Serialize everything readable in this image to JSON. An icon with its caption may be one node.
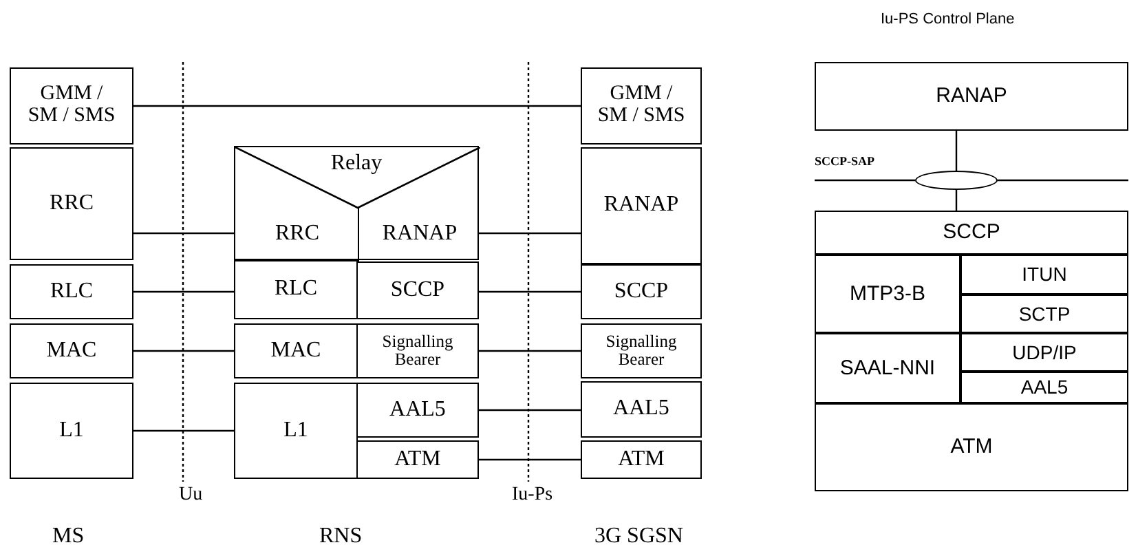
{
  "diagram": {
    "nodes": [
      {
        "text": [
          "GMM / SM / SMS"
        ]
      },
      {
        "text": [
          "RRC"
        ]
      },
      {
        "text": [
          "RLC"
        ]
      },
      {
        "text": [
          "MAC"
        ]
      },
      {
        "text": [
          "L1"
        ]
      },
      {
        "text": [
          "Relay"
        ]
      },
      {
        "text": [
          "RRC"
        ],
        "in": 5
      },
      {
        "text": [
          "RANAP"
        ],
        "in": 5
      },
      {
        "text": [
          "RLC"
        ]
      },
      {
        "text": [
          "MAC"
        ]
      },
      {
        "text": [
          "L1"
        ]
      },
      {
        "text": [
          "SCCP"
        ]
      },
      {
        "text": [
          "Signalling Bearer"
        ]
      },
      {
        "text": [
          "AAL5"
        ]
      },
      {
        "text": [
          "ATM"
        ]
      },
      {
        "text": [
          "GMM / SM / SMS"
        ]
      },
      {
        "text": [
          "RANAP"
        ]
      },
      {
        "text": [
          "SCCP"
        ]
      },
      {
        "text": [
          "Signalling Bearer"
        ]
      },
      {
        "text": [
          "AAL5"
        ]
      },
      {
        "text": [
          "ATM"
        ]
      },
      {
        "text": [
          "RANAP"
        ]
      },
      {
        "text": [],
        "shape": "ellipse",
        "beside": [
          "SCCP-SAP"
        ]
      },
      {
        "text": [
          "SCCP"
        ]
      },
      {
        "text": [
          "MTP3-B"
        ]
      },
      {
        "text": [
          "ITUN"
        ]
      },
      {
        "text": [
          "SCTP"
        ]
      },
      {
        "text": [
          "SAAL-NNI"
        ]
      },
      {
        "text": [
          "UDP/IP"
        ]
      },
      {
        "text": [
          "AAL5"
        ]
      },
      {
        "text": [
          "ATM"
        ]
      }
    ],
    "edges": [
      {
        "from": 0,
        "to": 15,
        "arrow": "none"
      },
      {
        "from": 1,
        "to": 6,
        "arrow": "none"
      },
      {
        "from": 2,
        "to": 8,
        "arrow": "none"
      },
      {
        "from": 3,
        "to": 9,
        "arrow": "none"
      },
      {
        "from": 4,
        "to": 10,
        "arrow": "none"
      },
      {
        "from": 7,
        "to": 16,
        "arrow": "none"
      },
      {
        "from": 11,
        "to": 17,
        "arrow": "none"
      },
      {
        "from": 12,
        "to": 18,
        "arrow": "none"
      },
      {
        "from": 13,
        "to": 19,
        "arrow": "none"
      },
      {
        "from": 14,
        "to": 20,
        "arrow": "none"
      },
      {
        "from": 21,
        "to": 22,
        "arrow": "none"
      },
      {
        "from": 22,
        "to": 23,
        "arrow": "none"
      }
    ],
    "labels": [
      "Iu-PS Control Plane",
      "Uu",
      "Iu-Ps",
      "MS",
      "RNS",
      "3G SGSN"
    ]
  }
}
